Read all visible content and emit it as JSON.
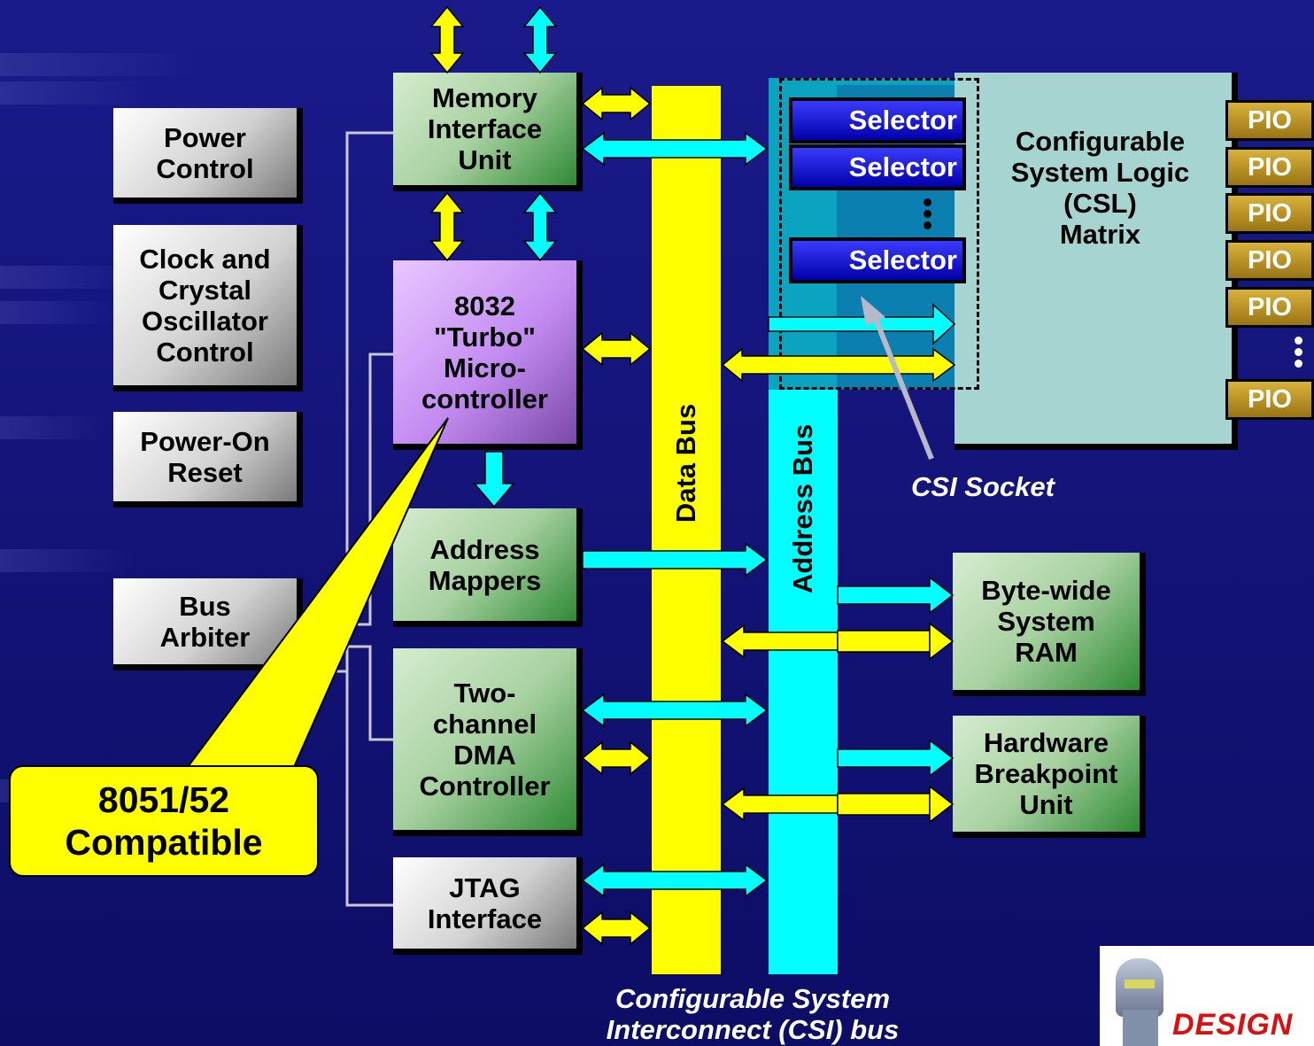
{
  "blocks": {
    "power_control": "Power\nControl",
    "clock_control": "Clock and\nCrystal\nOscillator\nControl",
    "power_on_reset": "Power-On\nReset",
    "bus_arbiter": "Bus\nArbiter",
    "memory_interface": "Memory\nInterface\nUnit",
    "microcontroller": "8032\n\"Turbo\"\nMicro-\ncontroller",
    "address_mappers": "Address\nMappers",
    "dma_controller": "Two-\nchannel\nDMA\nController",
    "jtag_interface": "JTAG\nInterface",
    "csl_matrix": "Configurable\nSystem Logic\n(CSL)\nMatrix",
    "system_ram": "Byte-wide\nSystem\nRAM",
    "breakpoint_unit": "Hardware\nBreakpoint\nUnit"
  },
  "buses": {
    "data_bus": "Data Bus",
    "address_bus": "Address Bus"
  },
  "selectors": [
    "Selector",
    "Selector",
    "Selector"
  ],
  "pio": [
    "PIO",
    "PIO",
    "PIO",
    "PIO",
    "PIO",
    "PIO"
  ],
  "callout": "8051/52\nCompatible",
  "csi_socket_label": "CSI Socket",
  "csi_bus_label": "Configurable System\nInterconnect (CSI) bus",
  "logo_text": "DESIGN",
  "colors": {
    "background": "#14147a",
    "data_bus": "#ffff00",
    "address_bus": "#00ffff",
    "callout": "#ffff00"
  }
}
